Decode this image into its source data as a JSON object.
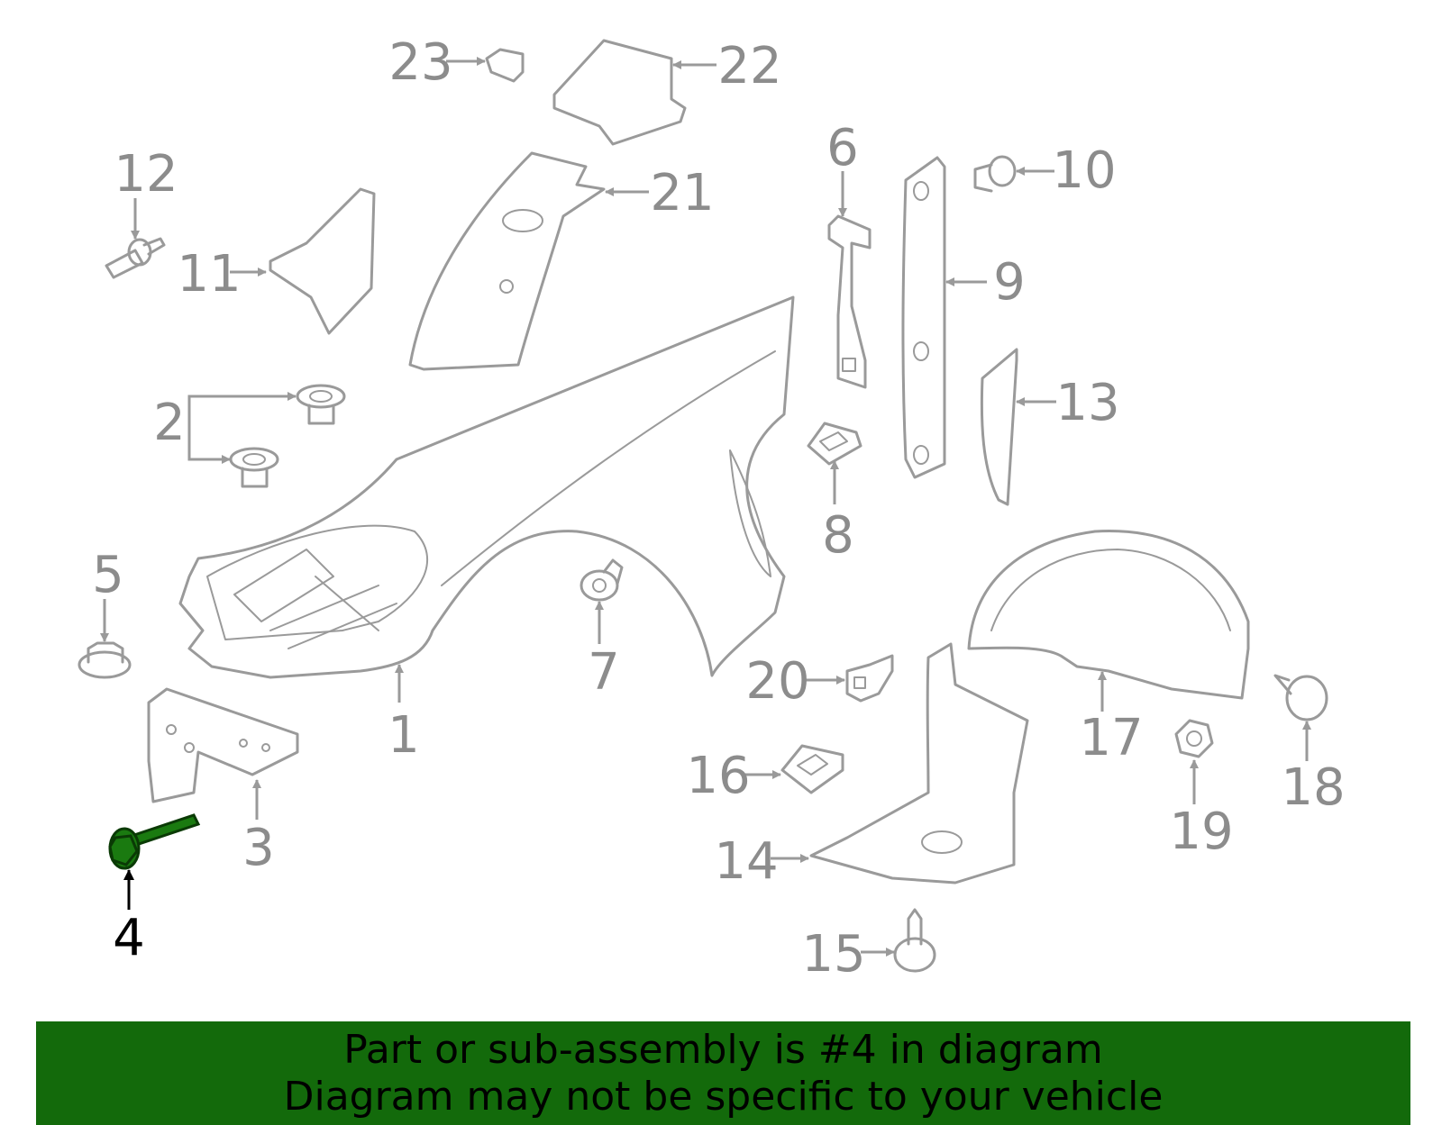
{
  "diagram": {
    "callouts": {
      "c1": "1",
      "c2": "2",
      "c3": "3",
      "c4": "4",
      "c5": "5",
      "c6": "6",
      "c7": "7",
      "c8": "8",
      "c9": "9",
      "c10": "10",
      "c11": "11",
      "c12": "12",
      "c13": "13",
      "c14": "14",
      "c15": "15",
      "c16": "16",
      "c17": "17",
      "c18": "18",
      "c19": "19",
      "c20": "20",
      "c21": "21",
      "c22": "22",
      "c23": "23"
    },
    "highlighted_part": "4"
  },
  "banner": {
    "line1": "Part or sub-assembly is #4 in diagram",
    "line2": "Diagram may not be specific to your vehicle"
  },
  "colors": {
    "part_stroke": "#9a9a9a",
    "callout_text": "#8c8c8c",
    "highlight_part": "#1a7a10",
    "banner_background": "#136a0b",
    "banner_text": "#000000"
  }
}
